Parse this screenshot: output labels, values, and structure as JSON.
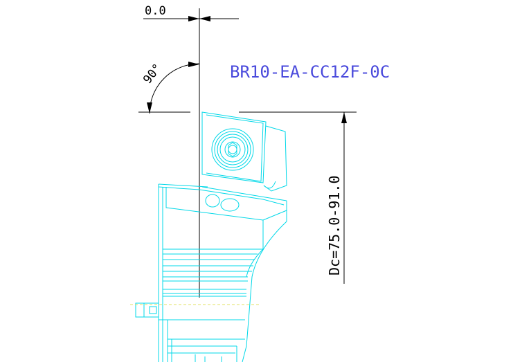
{
  "drawing": {
    "part_number": "BR10-EA-CC12F-0C",
    "offset_dimension": "0.0",
    "angle_dimension": "90°",
    "diameter_range": "Dc=75.0-91.0"
  },
  "colors": {
    "background": "#ffffff",
    "dimension_lines": "#000000",
    "outline": "#00d8e8",
    "title": "#4a4adc",
    "hidden_line": "#e0e060"
  }
}
